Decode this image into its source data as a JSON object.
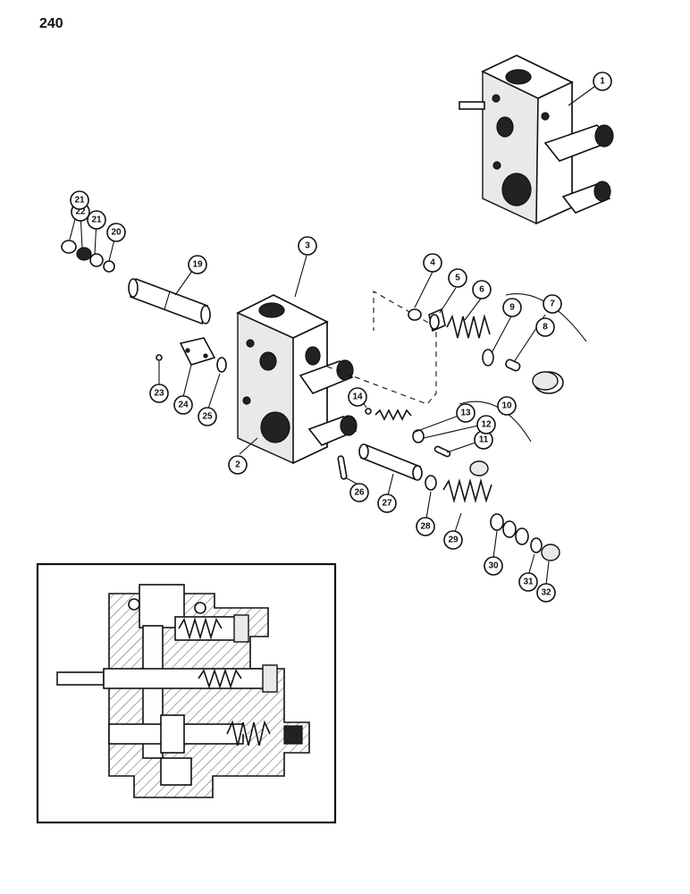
{
  "page": {
    "number": "240"
  },
  "callouts": [
    "1",
    "2",
    "3",
    "4",
    "5",
    "6",
    "7",
    "8",
    "9",
    "10",
    "11",
    "12",
    "13",
    "14",
    "19",
    "20",
    "21",
    "22",
    "21",
    "23",
    "24",
    "25",
    "26",
    "27",
    "28",
    "29",
    "30",
    "31",
    "32"
  ]
}
